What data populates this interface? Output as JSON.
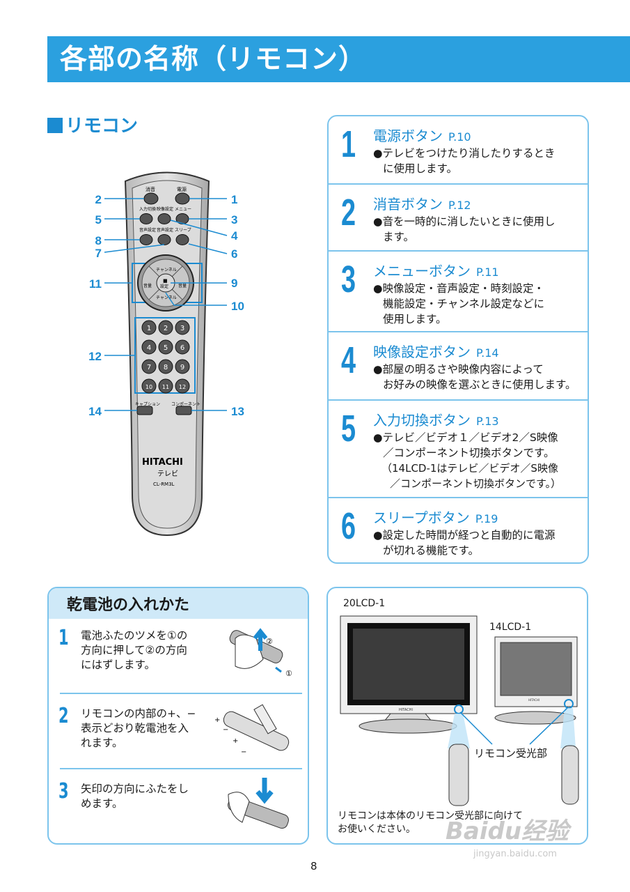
{
  "header": {
    "title": "各部の名称（リモコン）"
  },
  "remote_section": {
    "title": "リモコン",
    "callouts": [
      "1",
      "2",
      "3",
      "4",
      "5",
      "6",
      "7",
      "8",
      "9",
      "10",
      "11",
      "12",
      "13",
      "14"
    ],
    "top_labels": {
      "mute": "消音",
      "power": "電源",
      "input": "入力切換",
      "picture": "映像設定",
      "menu": "メニュー",
      "sound": "音声設定",
      "sound_set": "音声設定",
      "sleep": "スリープ",
      "channel_up": "チャンネル",
      "channel_down": "チャンネル",
      "vol_left": "音量",
      "vol_right": "音量",
      "setting": "設定",
      "caption": "キャプション",
      "component": "コンポーネント"
    },
    "number_keys": [
      "1",
      "2",
      "3",
      "4",
      "5",
      "6",
      "7",
      "8",
      "9",
      "10",
      "11",
      "12"
    ],
    "brand": "HITACHI",
    "product": "テレビ",
    "model": "CL-RM3L"
  },
  "buttons": [
    {
      "num": "1",
      "name": "電源ボタン",
      "page": "P.10",
      "lines": [
        "●テレビをつけたり消したりするとき",
        "に使用します。"
      ]
    },
    {
      "num": "2",
      "name": "消音ボタン",
      "page": "P.12",
      "lines": [
        "●音を一時的に消したいときに使用し",
        "ます。"
      ]
    },
    {
      "num": "3",
      "name": "メニューボタン",
      "page": "P.11",
      "lines": [
        "●映像設定・音声設定・時刻設定・",
        "機能設定・チャンネル設定などに",
        "使用します。"
      ]
    },
    {
      "num": "4",
      "name": "映像設定ボタン",
      "page": "P.14",
      "lines": [
        "●部屋の明るさや映像内容によって",
        "お好みの映像を選ぶときに使用します。"
      ]
    },
    {
      "num": "5",
      "name": "入力切換ボタン",
      "page": "P.13",
      "lines": [
        "●テレビ／ビデオ１／ビデオ2／S映像",
        "／コンポーネント切換ボタンです。"
      ],
      "notes": [
        "（14LCD-1はテレビ／ビデオ／S映像",
        "／コンポーネント切換ボタンです。）"
      ]
    },
    {
      "num": "6",
      "name": "スリープボタン",
      "page": "P.19",
      "lines": [
        "●設定した時間が経つと自動的に電源",
        "が切れる機能です。"
      ]
    }
  ],
  "battery": {
    "title": "乾電池の入れかた",
    "steps": [
      {
        "num": "1",
        "lines": [
          "電池ふたのツメを①の",
          "方向に押して②の方向",
          "にはずします。"
        ],
        "marks": [
          "②",
          "①"
        ]
      },
      {
        "num": "2",
        "lines": [
          "リモコンの内部の+、−",
          "表示どおり乾電池を入",
          "れます。"
        ],
        "marks": [
          "+",
          "−",
          "+",
          "−"
        ]
      },
      {
        "num": "3",
        "lines": [
          "矢印の方向にふたをし",
          "めます。"
        ]
      }
    ]
  },
  "tv": {
    "model_large": "20LCD-1",
    "model_small": "14LCD-1",
    "tv_brand": "HITACHI",
    "sensor_label": "リモコン受光部",
    "caption": [
      "リモコンは本体のリモコン受光部に向けて",
      "お使いください。"
    ]
  },
  "page_number": "8",
  "watermark": {
    "logo": "Baidu经验",
    "url": "jingyan.baidu.com"
  },
  "colors": {
    "accent": "#1b8bd1",
    "header_band": "#2ba0df",
    "panel_border": "#7cc4ec",
    "panel_header": "#cfe9f8"
  }
}
